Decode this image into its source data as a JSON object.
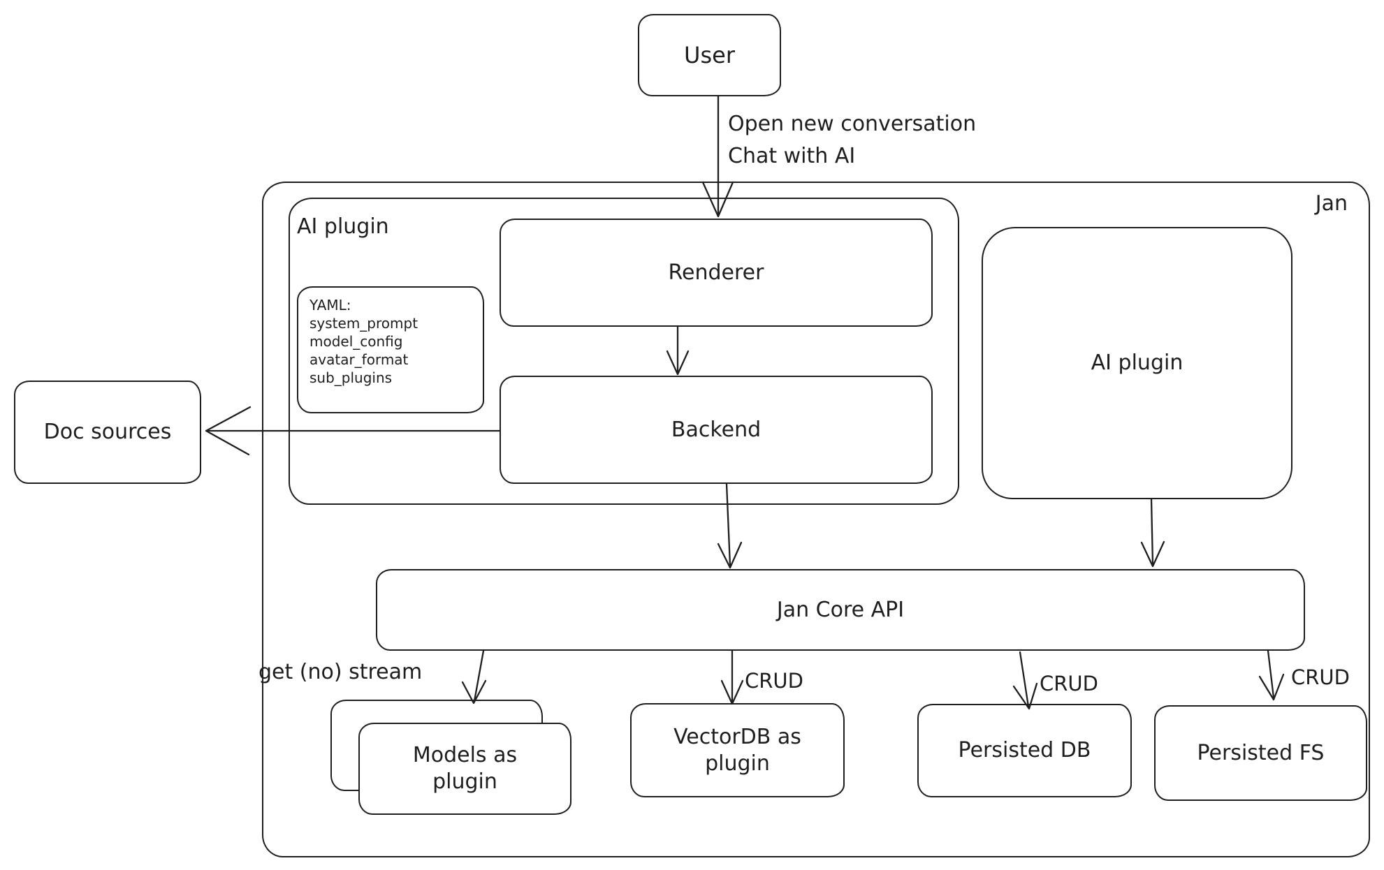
{
  "diagram": {
    "colors": {
      "stroke": "#1e1e1e",
      "background": "#ffffff"
    },
    "nodes": {
      "user": {
        "label": "User"
      },
      "jan_container": {
        "label": "Jan"
      },
      "ai_plugin_container": {
        "label": "AI plugin"
      },
      "renderer": {
        "label": "Renderer"
      },
      "backend": {
        "label": "Backend"
      },
      "yaml_note": {
        "lines": [
          "YAML:",
          "system_prompt",
          "model_config",
          "avatar_format",
          "sub_plugins"
        ]
      },
      "ai_plugin_right": {
        "label": "AI plugin"
      },
      "doc_sources": {
        "label": "Doc sources"
      },
      "jan_core_api": {
        "label": "Jan Core API"
      },
      "models_as_plugin": {
        "label": "Models as plugin"
      },
      "vectordb_as_plugin": {
        "label": "VectorDB as plugin"
      },
      "persisted_db": {
        "label": "Persisted DB"
      },
      "persisted_fs": {
        "label": "Persisted FS"
      }
    },
    "edges": {
      "user_to_renderer": {
        "label_line1": "Open new conversation",
        "label_line2": "Chat with AI"
      },
      "jancore_to_models": {
        "label": "get (no) stream"
      },
      "jancore_to_vectordb": {
        "label": "CRUD"
      },
      "jancore_to_persisted_db": {
        "label": "CRUD"
      },
      "jancore_to_persisted_fs": {
        "label": "CRUD"
      }
    }
  }
}
